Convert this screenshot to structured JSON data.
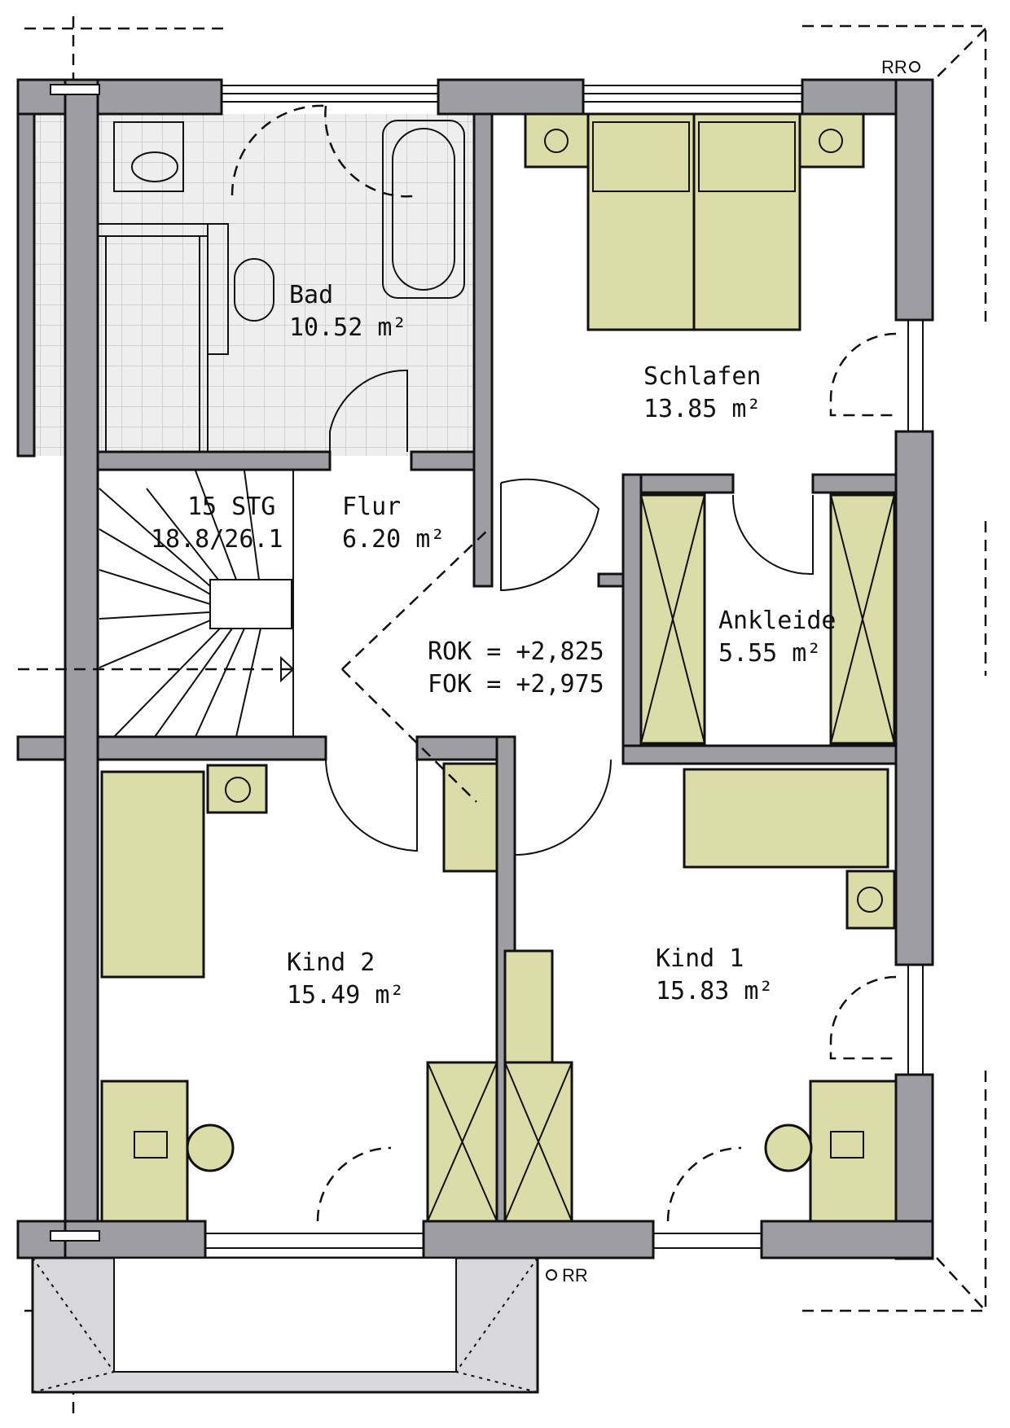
{
  "rooms": [
    {
      "name": "Bad",
      "area": "10.52 m²"
    },
    {
      "name": "Schlafen",
      "area": "13.85 m²"
    },
    {
      "name": "Flur",
      "area": "6.20 m²"
    },
    {
      "name": "Ankleide",
      "area": "5.55 m²"
    },
    {
      "name": "Kind 2",
      "area": "15.49 m²"
    },
    {
      "name": "Kind 1",
      "area": "15.83 m²"
    }
  ],
  "stairs": {
    "steps": "15 STG",
    "ratio": "18.8/26.1"
  },
  "levels": {
    "rok": "ROK = +2,825",
    "fok": "FOK = +2,975"
  },
  "markers": {
    "rr_top": "RR",
    "rr_bottom": "RR"
  },
  "colors": {
    "wall": "#9e9ea2",
    "furniture": "#dcdca8",
    "tile": "#eeeeee"
  }
}
